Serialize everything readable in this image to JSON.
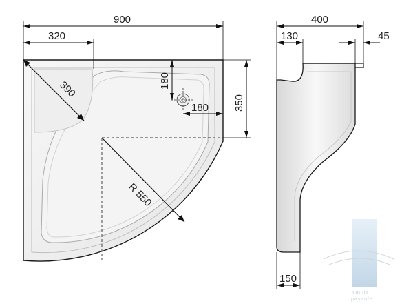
{
  "plan_view": {
    "width_label": "900",
    "seat_width_label": "320",
    "seat_diagonal_label": "390",
    "drain_offset_y_label": "180",
    "drain_offset_x_label": "180",
    "drain_depth_label": "350",
    "radius_label": "R 550"
  },
  "side_view": {
    "depth_label": "400",
    "step_label": "130",
    "rim_label": "45",
    "foot_label": "150"
  },
  "watermark": {
    "line1": "vanna",
    "line2": "pasaule"
  },
  "colors": {
    "line": "#1a1a1a",
    "light_line": "#9a9a9a",
    "shading": "#e8e8e8",
    "accent_blue": "#cfe0ee"
  }
}
